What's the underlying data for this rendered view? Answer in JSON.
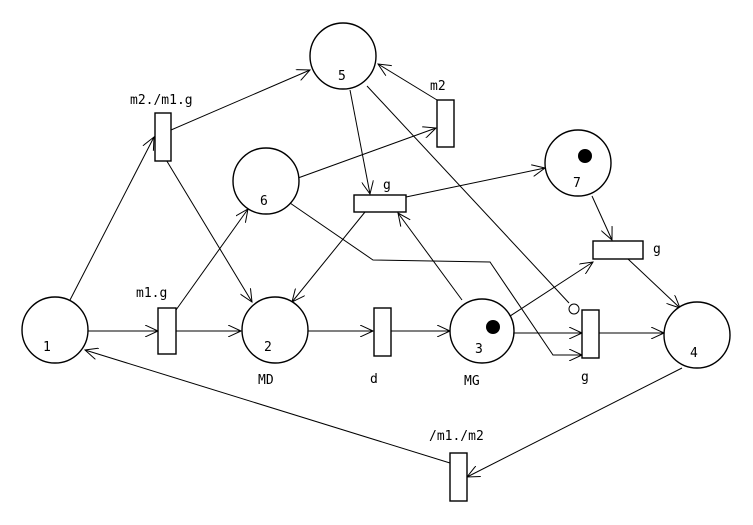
{
  "diagram": {
    "places": [
      {
        "id": "1",
        "label": "1",
        "sublabel": "",
        "token": false
      },
      {
        "id": "2",
        "label": "2",
        "sublabel": "MD",
        "token": false
      },
      {
        "id": "3",
        "label": "3",
        "sublabel": "MG",
        "token": true
      },
      {
        "id": "4",
        "label": "4",
        "sublabel": "",
        "token": false
      },
      {
        "id": "5",
        "label": "5",
        "sublabel": "",
        "token": false
      },
      {
        "id": "6",
        "label": "6",
        "sublabel": "",
        "token": false
      },
      {
        "id": "7",
        "label": "7",
        "sublabel": "",
        "token": true
      }
    ],
    "transitions": [
      {
        "id": "t-m2m1g",
        "label": "m2./m1.g"
      },
      {
        "id": "t-m1g",
        "label": "m1.g"
      },
      {
        "id": "t-m2",
        "label": "m2"
      },
      {
        "id": "t-g-center",
        "label": "g"
      },
      {
        "id": "t-d",
        "label": "d"
      },
      {
        "id": "t-g-right",
        "label": "g"
      },
      {
        "id": "t-g-bottom",
        "label": "g"
      },
      {
        "id": "t-m1m2",
        "label": "/m1./m2"
      }
    ]
  }
}
